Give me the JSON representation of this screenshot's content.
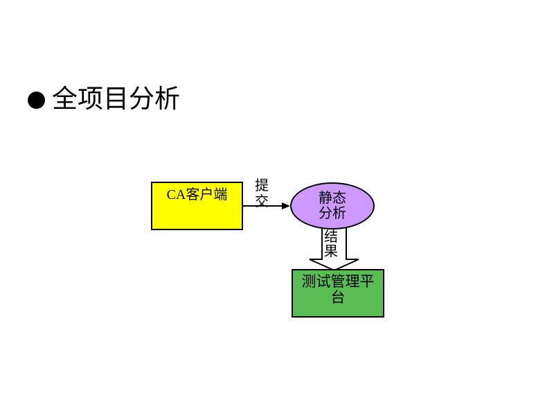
{
  "slide": {
    "title": "全项目分析",
    "diagram": {
      "client_box": {
        "label": "CA客户端",
        "fill": "#FFFF00"
      },
      "submit_arrow": {
        "label": "提交"
      },
      "analysis_ellipse": {
        "label": "静态分析",
        "fill": "#CC99FF"
      },
      "result_arrow": {
        "label": "结果",
        "fill": "#FFFFFF"
      },
      "platform_box": {
        "label": "测试管理平台",
        "fill": "#5ABC55"
      }
    },
    "colors": {
      "background": "#FFFFFF",
      "outline": "#000000",
      "text": "#000000"
    }
  }
}
